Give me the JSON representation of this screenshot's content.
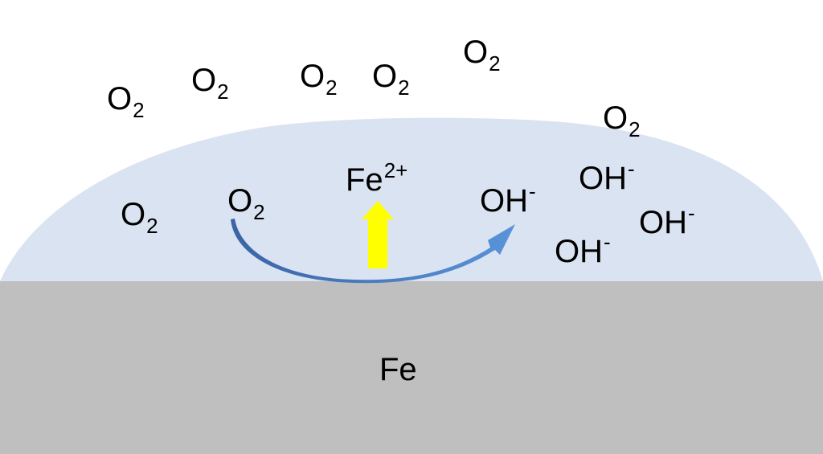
{
  "colors": {
    "background": "#ffffff",
    "droplet": "#dae3f1",
    "metal": "#bfbfbf",
    "arrow_gradient_start": "#3a64a6",
    "arrow_gradient_end": "#5a93d8",
    "up_arrow": "#ffff00"
  },
  "air": {
    "o2_molecules": [
      {
        "symbol": "O",
        "sub": "2"
      },
      {
        "symbol": "O",
        "sub": "2"
      },
      {
        "symbol": "O",
        "sub": "2"
      },
      {
        "symbol": "O",
        "sub": "2"
      },
      {
        "symbol": "O",
        "sub": "2"
      },
      {
        "symbol": "O",
        "sub": "2"
      }
    ]
  },
  "droplet": {
    "o2_left": {
      "symbol": "O",
      "sub": "2"
    },
    "o2_reacting": {
      "symbol": "O",
      "sub": "2"
    },
    "fe_ion": {
      "symbol": "Fe",
      "sup": "2+"
    },
    "hydroxide_product": {
      "symbol": "OH",
      "sup": "-"
    },
    "hydroxide_ions": [
      {
        "symbol": "OH",
        "sup": "-"
      },
      {
        "symbol": "OH",
        "sup": "-"
      },
      {
        "symbol": "OH",
        "sup": "-"
      }
    ]
  },
  "metal": {
    "label": "Fe"
  },
  "icons": {
    "reduction_arrow": "curved-arrow-icon",
    "dissolution_arrow": "up-arrow-icon"
  }
}
